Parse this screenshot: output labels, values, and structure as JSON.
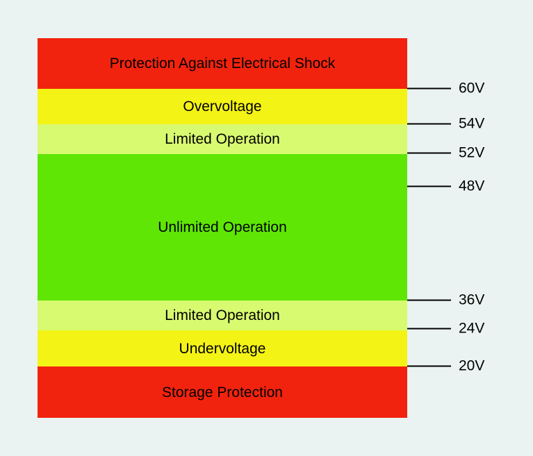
{
  "page": {
    "background_color": "#eaf3f1",
    "text_color": "#000000",
    "axis_line_color": "#000000"
  },
  "chart_data": {
    "type": "bar",
    "subtype": "stacked-voltage-zone-diagram",
    "title": "",
    "xlabel": "",
    "ylabel": "",
    "axis_side": "right",
    "grid": false,
    "zones": [
      {
        "label": "Protection Against Electrical Shock",
        "color": "#f2230e",
        "from_v": 60,
        "to_v": null
      },
      {
        "label": "Overvoltage",
        "color": "#f4f316",
        "from_v": 54,
        "to_v": 60
      },
      {
        "label": "Limited Operation",
        "color": "#d7fa70",
        "from_v": 52,
        "to_v": 54
      },
      {
        "label": "Unlimited Operation",
        "color": "#5fe605",
        "from_v": 36,
        "to_v": 52
      },
      {
        "label": "Limited Operation",
        "color": "#d7fa70",
        "from_v": 24,
        "to_v": 36
      },
      {
        "label": "Undervoltage",
        "color": "#f4f316",
        "from_v": 20,
        "to_v": 24
      },
      {
        "label": "Storage Protection",
        "color": "#f2230e",
        "from_v": null,
        "to_v": 20
      }
    ],
    "ticks": [
      {
        "label": "60V",
        "value": 60
      },
      {
        "label": "54V",
        "value": 54
      },
      {
        "label": "52V",
        "value": 52
      },
      {
        "label": "48V",
        "value": 48
      },
      {
        "label": "36V",
        "value": 36
      },
      {
        "label": "24V",
        "value": 24
      },
      {
        "label": "20V",
        "value": 20
      }
    ]
  }
}
